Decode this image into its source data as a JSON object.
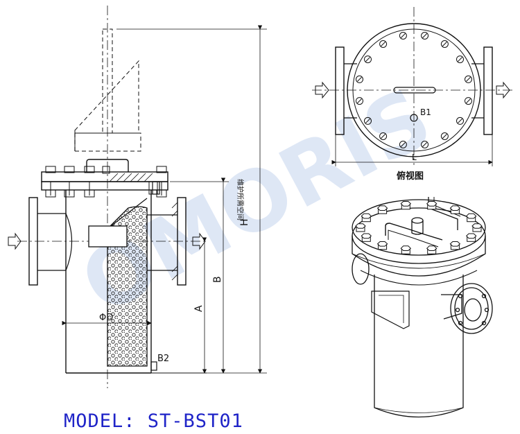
{
  "watermark": "OMORIS",
  "model": "MODEL: ST-BST01",
  "front_view": {
    "label_H": "H",
    "label_B": "B",
    "label_A": "A",
    "label_D": "ΦD",
    "label_B2": "B2",
    "vertical_note": "维护所需空间"
  },
  "top_view": {
    "caption": "俯视图",
    "label_L": "L",
    "label_B1": "B1"
  },
  "colors": {
    "line": "#111111",
    "watermark": "#c4d4ee",
    "model_text": "#1f24c8"
  }
}
